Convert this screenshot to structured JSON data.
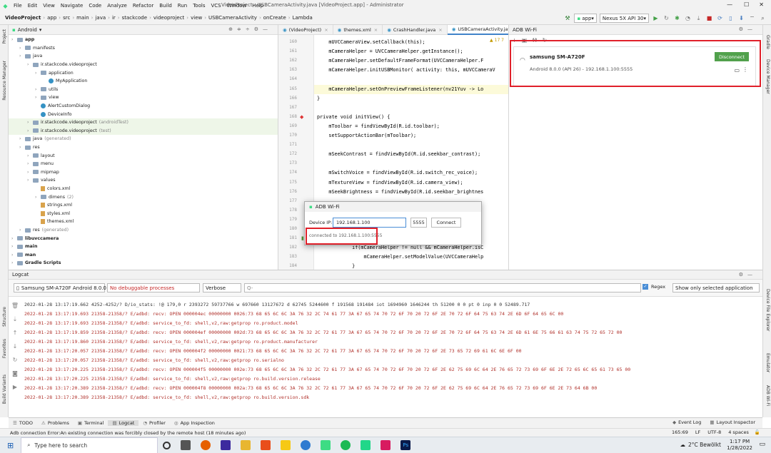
{
  "window": {
    "menu": [
      "File",
      "Edit",
      "View",
      "Navigate",
      "Code",
      "Analyze",
      "Refactor",
      "Build",
      "Run",
      "Tools",
      "VCS",
      "Window",
      "Help"
    ],
    "title": "VideoProject - USBCameraActivity.java [VideoProject.app] - Administrator"
  },
  "toolbar": {
    "breadcrumbs": [
      "VideoProject",
      "app",
      "src",
      "main",
      "java",
      "ir",
      "stackcode",
      "videoproject",
      "view",
      "USBCameraActivity",
      "onCreate",
      "Lambda"
    ],
    "run_config": "app",
    "device": "Nexus 5X API 30"
  },
  "left_strip": [
    "Project",
    "Resource Manager",
    "Structure",
    "Favorites",
    "Build Variants"
  ],
  "right_strip": [
    "Gradle",
    "Device Manager",
    "Device File Explorer",
    "Emulator",
    "ADB Wi-Fi"
  ],
  "project": {
    "view_mode": "Android",
    "items": [
      {
        "label": "app",
        "note": "",
        "kind": "folder",
        "level": 0,
        "bg": ""
      },
      {
        "label": "manifests",
        "note": "",
        "kind": "folder",
        "level": 1,
        "bg": ""
      },
      {
        "label": "java",
        "note": "",
        "kind": "folder",
        "level": 1,
        "bg": ""
      },
      {
        "label": "ir.stackcode.videoproject",
        "note": "",
        "kind": "folder",
        "level": 2,
        "bg": ""
      },
      {
        "label": "application",
        "note": "",
        "kind": "folder",
        "level": 3,
        "bg": ""
      },
      {
        "label": "MyApplication",
        "note": "",
        "kind": "class",
        "level": 4,
        "bg": ""
      },
      {
        "label": "utils",
        "note": "",
        "kind": "folder",
        "level": 3,
        "bg": ""
      },
      {
        "label": "view",
        "note": "",
        "kind": "folder",
        "level": 3,
        "bg": ""
      },
      {
        "label": "AlertCustomDialog",
        "note": "",
        "kind": "class",
        "level": 3,
        "bg": ""
      },
      {
        "label": "DeviceInfo",
        "note": "",
        "kind": "class",
        "level": 3,
        "bg": ""
      },
      {
        "label": "ir.stackcode.videoproject",
        "note": "(androidTest)",
        "kind": "folder",
        "level": 2,
        "bg": "#eef6e8"
      },
      {
        "label": "ir.stackcode.videoproject",
        "note": "(test)",
        "kind": "folder",
        "level": 2,
        "bg": "#eef6e8"
      },
      {
        "label": "java",
        "note": "(generated)",
        "kind": "folder",
        "level": 1,
        "bg": ""
      },
      {
        "label": "res",
        "note": "",
        "kind": "folder",
        "level": 1,
        "bg": ""
      },
      {
        "label": "layout",
        "note": "",
        "kind": "folder",
        "level": 2,
        "bg": ""
      },
      {
        "label": "menu",
        "note": "",
        "kind": "folder",
        "level": 2,
        "bg": ""
      },
      {
        "label": "mipmap",
        "note": "",
        "kind": "folder",
        "level": 2,
        "bg": ""
      },
      {
        "label": "values",
        "note": "",
        "kind": "folder",
        "level": 2,
        "bg": ""
      },
      {
        "label": "colors.xml",
        "note": "",
        "kind": "file",
        "level": 3,
        "bg": ""
      },
      {
        "label": "dimens",
        "note": "(2)",
        "kind": "folder",
        "level": 3,
        "bg": ""
      },
      {
        "label": "strings.xml",
        "note": "",
        "kind": "file",
        "level": 3,
        "bg": ""
      },
      {
        "label": "styles.xml",
        "note": "",
        "kind": "file",
        "level": 3,
        "bg": ""
      },
      {
        "label": "themes.xml",
        "note": "",
        "kind": "file",
        "level": 3,
        "bg": ""
      },
      {
        "label": "res",
        "note": "(generated)",
        "kind": "folder",
        "level": 1,
        "bg": ""
      },
      {
        "label": "libuvccamera",
        "note": "",
        "kind": "folder",
        "level": 0,
        "bg": ""
      },
      {
        "label": "main",
        "note": "",
        "kind": "folder",
        "level": 0,
        "bg": ""
      },
      {
        "label": "man",
        "note": "",
        "kind": "folder",
        "level": 0,
        "bg": ""
      },
      {
        "label": "Gradle Scripts",
        "note": "",
        "kind": "folder",
        "level": 0,
        "bg": ""
      }
    ]
  },
  "editor": {
    "tabs": [
      {
        "label": "(VideoProject)",
        "active": false
      },
      {
        "label": "themes.xml",
        "active": false
      },
      {
        "label": "CrashHandler.java",
        "active": false
      },
      {
        "label": "USBCameraActivity.java",
        "active": true
      }
    ],
    "inspections": "17  7",
    "lines": [
      {
        "num": "160",
        "text": "    mUVCCameraView.setCallback(this);",
        "hl": ""
      },
      {
        "num": "161",
        "text": "    mCameraHelper = UVCCameraHelper.getInstance();",
        "hl": ""
      },
      {
        "num": "162",
        "text": "    mCameraHelper.setDefaultFrameFormat(UVCCameraHelper.F",
        "hl": ""
      },
      {
        "num": "163",
        "text": "    mCameraHelper.initUSBMonitor( activity: this, mUVCCameraV",
        "hl": ""
      },
      {
        "num": "164",
        "text": "",
        "hl": ""
      },
      {
        "num": "165",
        "text": "    mCameraHelper.setOnPreviewFrameListener(nv21Yuv -> Lo",
        "hl": "#fcfad9"
      },
      {
        "num": "166",
        "text": "}",
        "hl": ""
      },
      {
        "num": "167",
        "text": "",
        "hl": ""
      },
      {
        "num": "168",
        "text": "private void initView() {",
        "hl": ""
      },
      {
        "num": "169",
        "text": "    mToolbar = findViewById(R.id.toolbar);",
        "hl": ""
      },
      {
        "num": "170",
        "text": "    setSupportActionBar(mToolbar);",
        "hl": ""
      },
      {
        "num": "171",
        "text": "",
        "hl": ""
      },
      {
        "num": "172",
        "text": "    mSeekContrast = findViewById(R.id.seekbar_contrast);",
        "hl": ""
      },
      {
        "num": "173",
        "text": "",
        "hl": ""
      },
      {
        "num": "174",
        "text": "    mSwitchVoice = findViewById(R.id.switch_rec_voice);",
        "hl": ""
      },
      {
        "num": "175",
        "text": "    mTextureView = findViewById(R.id.camera_view);",
        "hl": ""
      },
      {
        "num": "176",
        "text": "    mSeekBrightness = findViewById(R.id.seekbar_brightnes",
        "hl": ""
      },
      {
        "num": "177",
        "text": "",
        "hl": ""
      },
      {
        "num": "178",
        "text": "",
        "hl": ""
      },
      {
        "num": "179",
        "text": "                              er(new SeekBa",
        "hl": ""
      },
      {
        "num": "180",
        "text": "",
        "hl": ""
      },
      {
        "num": "181",
        "text": "                              r seekBar, in",
        "hl": ""
      },
      {
        "num": "182",
        "text": "            if(mCameraHelper != null && mCameraHelper.isC",
        "hl": ""
      },
      {
        "num": "183",
        "text": "                mCameraHelper.setModelValue(UVCCameraHelp",
        "hl": ""
      },
      {
        "num": "184",
        "text": "            }",
        "hl": ""
      }
    ]
  },
  "adb_panel": {
    "title": "ADB Wi-Fi",
    "device_name": "samsung SM-A720F",
    "device_info": "Android 8.0.0 (API 26) - 192.168.1.100:5555",
    "disconnect_label": "Disconnect",
    "accent_color": "#51a14c"
  },
  "dialog": {
    "title": "ADB Wi-Fi",
    "ip_label": "Device IP:",
    "ip_value": "192.168.1.100",
    "port_value": "5555",
    "connect_label": "Connect",
    "status": "connected to 192.168.1.100:5555"
  },
  "logcat": {
    "title": "Logcat",
    "device": "Samsung SM-A720F Android 8.0.0",
    "process": "No debuggable processes",
    "level": "Verbose",
    "search_placeholder": "Q-",
    "regex_label": "Regex",
    "regex_checked": true,
    "filter": "Show only selected application",
    "lines": [
      {
        "text": "2022-01-28 13:17:19.662 4252-4252/? D/io_stats: !@ 179,0 r 2393272 59737766 w 697660 13127672 d 62745 5244600 f 191568 191484 iot 1694960 1646244 th 51200 0 0 pt 0 inp 0 0 52489.717",
        "level": "info"
      },
      {
        "text": "2022-01-28 13:17:19.693 21358-21358/? E/adbd: recv: OPEN 000004ec 00000000 0026:73 68 65 6C 6C 3A 76 32 2C 74 61 77 3A 67 65 74 70 72 6F 70 20 72 6F 2E 70 72 6F 64 75 63 74 2E 6D 6F 64 65 6C 00",
        "level": "error"
      },
      {
        "text": "2022-01-28 13:17:19.693 21358-21358/? E/adbd: service_to_fd: shell,v2,raw:getprop ro.product.model",
        "level": "error"
      },
      {
        "text": "2022-01-28 13:17:19.859 21358-21358/? E/adbd: recv: OPEN 000004ef 00000000 002d:73 68 65 6C 6C 3A 76 32 2C 72 61 77 3A 67 65 74 70 72 6F 70 20 72 6F 2E 70 72 6F 64 75 63 74 2E 6D 61 6E 75 66 61 63 74 75 72 65 72 00",
        "level": "error"
      },
      {
        "text": "2022-01-28 13:17:19.860 21358-21358/? E/adbd: service_to_fd: shell,v2,raw:getprop ro.product.manufacturer",
        "level": "error"
      },
      {
        "text": "2022-01-28 13:17:20.057 21358-21358/? E/adbd: recv: OPEN 000004f2 00000000 0021:73 68 65 6C 6C 3A 76 32 2C 72 61 77 3A 67 65 74 70 72 6F 70 20 72 6F 2E 73 65 72 69 61 6C 6E 6F 00",
        "level": "error"
      },
      {
        "text": "2022-01-28 13:17:20.057 21358-21358/? E/adbd: service_to_fd: shell,v2,raw:getprop ro.serialno",
        "level": "error"
      },
      {
        "text": "2022-01-28 13:17:20.225 21358-21358/? E/adbd: recv: OPEN 000004f5 00000000 002e:73 68 65 6C 6C 3A 76 32 2C 72 61 77 3A 67 65 74 70 72 6F 70 20 72 6F 2E 62 75 69 6C 64 2E 76 65 72 73 69 6F 6E 2E 72 65 6C 65 61 73 65 00",
        "level": "error"
      },
      {
        "text": "2022-01-28 13:17:20.225 21358-21358/? E/adbd: service_to_fd: shell,v2,raw:getprop ro.build.version.release",
        "level": "error"
      },
      {
        "text": "2022-01-28 13:17:20.389 21358-21358/? E/adbd: recv: OPEN 000004f8 00000000 002a:73 68 65 6C 6C 3A 76 32 2C 72 61 77 3A 67 65 74 70 72 6F 70 20 72 6F 2E 62 75 69 6C 64 2E 76 65 72 73 69 6F 6E 2E 73 64 6B 00",
        "level": "error"
      },
      {
        "text": "2022-01-28 13:17:20.389 21358-21358/? E/adbd: service_to_fd: shell,v2,raw:getprop ro.build.version.sdk",
        "level": "error"
      }
    ]
  },
  "bottom_tabs": {
    "left": [
      "TODO",
      "Problems",
      "Terminal",
      "Logcat",
      "Profiler",
      "App Inspection"
    ],
    "right": [
      "Event Log",
      "Layout Inspector"
    ]
  },
  "status": {
    "message": "Adb connection Error:An existing connection was forcibly closed by the remote host (18 minutes ago)",
    "position": "165:69",
    "line_sep": "LF",
    "encoding": "UTF-8",
    "indent": "4 spaces"
  },
  "taskbar": {
    "search_placeholder": "Type here to search",
    "weather": "2°C  Bewölkt",
    "time": "1:17 PM",
    "date": "1/28/2022"
  }
}
